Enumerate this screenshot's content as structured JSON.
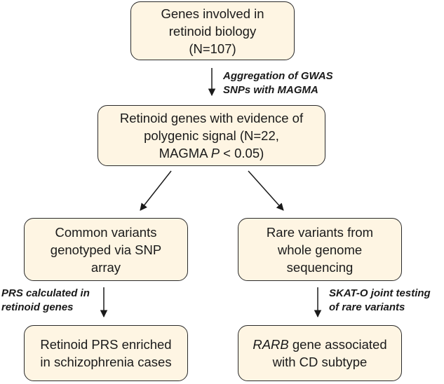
{
  "boxes": {
    "genes": {
      "lines": [
        "Genes involved in",
        "retinoid biology",
        "(N=107)"
      ]
    },
    "signal": {
      "line1": "Retinoid genes with evidence of",
      "line2": "polygenic signal (N=22,",
      "line3_prefix": "MAGMA ",
      "line3_italic": "P",
      "line3_suffix": " < 0.05)"
    },
    "common": {
      "lines": [
        "Common variants",
        "genotyped via SNP",
        "array"
      ]
    },
    "rare": {
      "lines": [
        "Rare variants from",
        "whole genome",
        "sequencing"
      ]
    },
    "prs": {
      "lines": [
        "Retinoid PRS enriched",
        "in schizophrenia cases"
      ]
    },
    "rarb": {
      "line1_italic": "RARB",
      "line1_suffix": " gene associated",
      "line2": "with CD subtype"
    }
  },
  "steps": {
    "magma": {
      "lines": [
        "Aggregation of GWAS",
        "SNPs with MAGMA"
      ]
    },
    "prs": {
      "lines": [
        "PRS calculated in",
        "retinoid genes"
      ]
    },
    "skat": {
      "lines": [
        "SKAT-O joint testing",
        "of rare variants"
      ]
    }
  },
  "colors": {
    "box_fill": "#fef5e3",
    "box_border": "#2a2a2a",
    "arrow": "#1a1a1a"
  }
}
